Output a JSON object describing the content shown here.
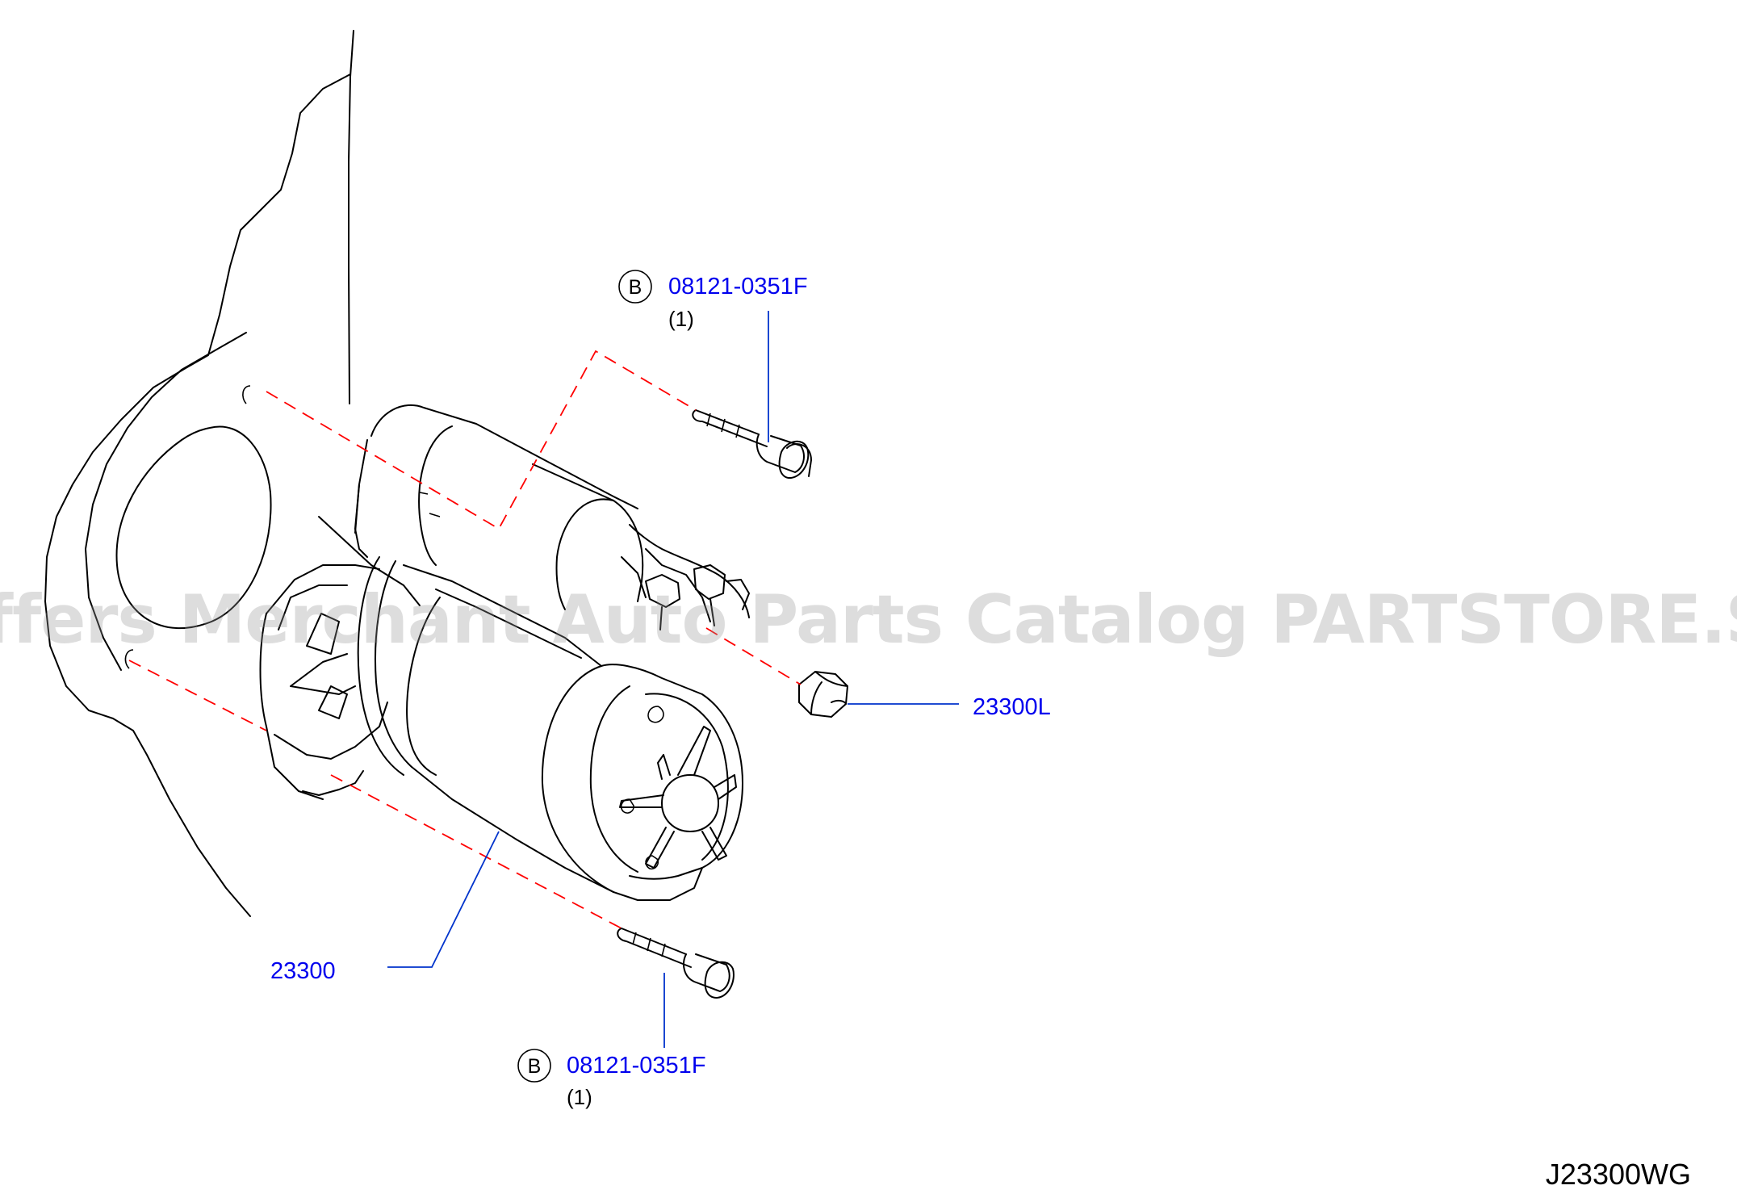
{
  "callouts": {
    "bolt_top": {
      "badge": "B",
      "part_number": "08121-0351F",
      "quantity": "(1)"
    },
    "nut": {
      "part_number": "23300L"
    },
    "starter": {
      "part_number": "23300"
    },
    "bolt_bottom": {
      "badge": "B",
      "part_number": "08121-0351F",
      "quantity": "(1)"
    }
  },
  "diagram_code": "J23300WG",
  "watermark": "Offers Merchant Auto Parts Catalog PARTSTORE.SA",
  "colors": {
    "part_number": "#0000ee",
    "leader_line": "#0033cc",
    "center_line": "#ff0000",
    "line_art": "#000000",
    "watermark": "#969696"
  }
}
